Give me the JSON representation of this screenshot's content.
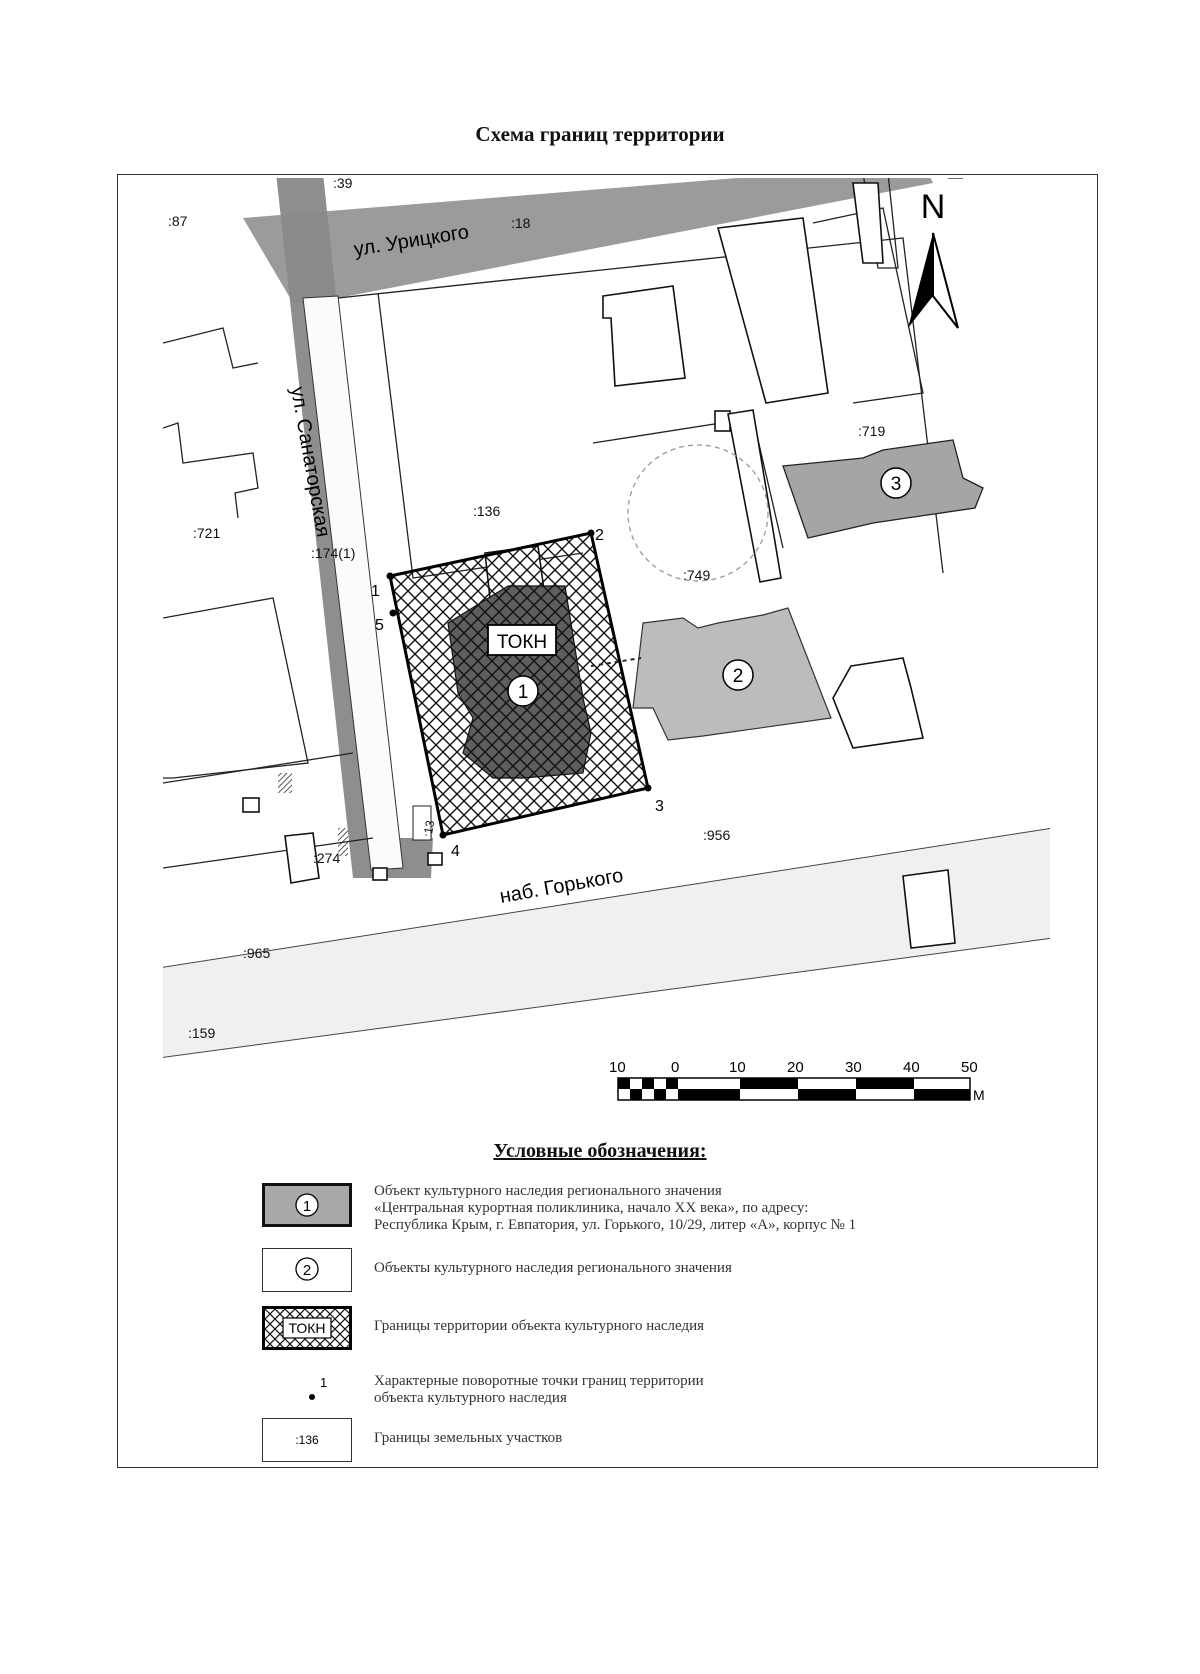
{
  "title": "Схема границ территории",
  "north_label": "N",
  "streets": {
    "uritskogo": "ул. Урицкого",
    "sanatorskaya": "ул. Санаторская",
    "gorkogo": "наб. Горького"
  },
  "parcels": {
    "p87": ":87",
    "p39": ":39",
    "p18": ":18",
    "p719": ":719",
    "p136": ":136",
    "p749": ":749",
    "p721": ":721",
    "p174": ":174(1)",
    "p956": ":956",
    "p274": ":274",
    "p13": ":13",
    "p965": ":965",
    "p159": ":159"
  },
  "objects": {
    "obj1": "1",
    "obj2": "2",
    "obj3": "3",
    "tokn": "ТОКН"
  },
  "points": [
    "1",
    "2",
    "3",
    "4",
    "5"
  ],
  "scale": {
    "labels": [
      "10",
      "0",
      "10",
      "20",
      "30",
      "40",
      "50"
    ],
    "unit": "M"
  },
  "legend": {
    "title": "Условные обозначения:",
    "items": [
      {
        "symbol": "1",
        "lines": [
          "Объект культурного наследия регионального значения",
          "«Центральная курортная поликлиника, начало XX века», по адресу:",
          "Республика Крым, г. Евпатория, ул. Горького, 10/29, литер «А», корпус № 1"
        ]
      },
      {
        "symbol": "2",
        "lines": [
          "Объекты культурного наследия регионального значения"
        ]
      },
      {
        "symbol": "ТОКН",
        "lines": [
          "Границы территории объекта культурного наследия"
        ]
      },
      {
        "symbol": "1",
        "lines": [
          "Характерные поворотные точки границ территории",
          "объекта культурного наследия"
        ]
      },
      {
        "symbol": ":136",
        "lines": [
          "Границы земельных участков"
        ]
      }
    ]
  }
}
